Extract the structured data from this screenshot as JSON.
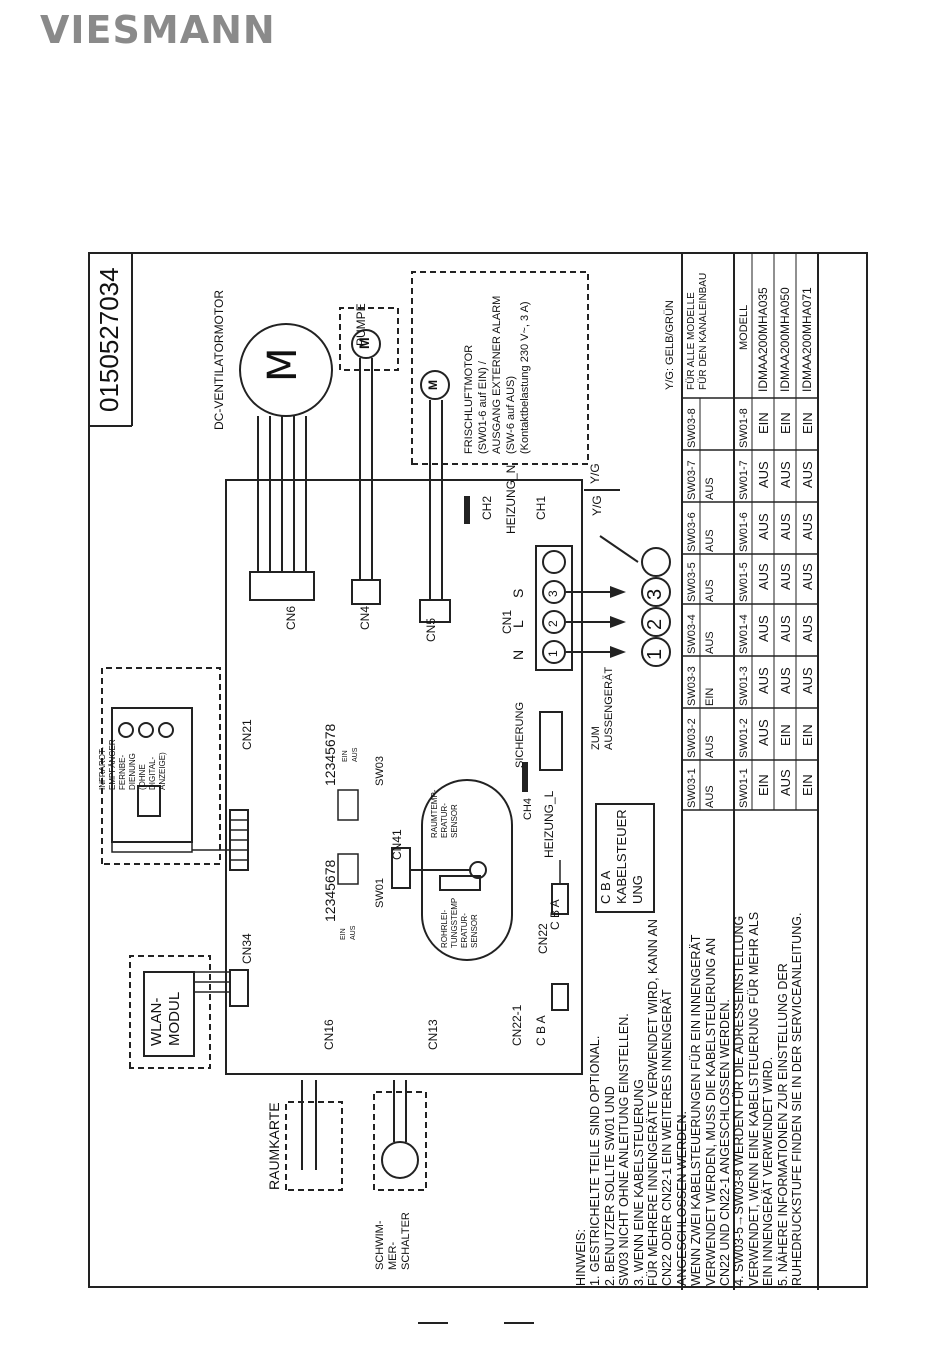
{
  "brand": "VIESMANN",
  "doc_number": "0150527034",
  "motors": {
    "dc_fan": "DC-VENTILATORMOTOR",
    "pump": "PUMPE",
    "fresh_air_lines": [
      "FRISCHLUFTMOTOR",
      "(SW01-6 auf EIN) /",
      "AUSGANG EXTERNER ALARM",
      "(SW-6 auf AUS)",
      "(Kontaktbelastung 230 V~, 3 A)"
    ]
  },
  "connectors": {
    "cn6": "CN6",
    "cn4": "CN4",
    "cn5": "CN5",
    "cn1": "CN1",
    "cn21": "CN21",
    "cn34": "CN34",
    "cn41": "CN41",
    "cn16": "CN16",
    "cn13": "CN13",
    "cn22_1": "CN22-1",
    "cn22": "CN22",
    "ch1": "CH1",
    "ch2": "CH2",
    "ch4": "CH4"
  },
  "heaters": {
    "heizung_n": "HEIZUNG_N",
    "heizung_l": "HEIZUNG_L"
  },
  "terminals": {
    "n": "N",
    "l": "L",
    "s": "S",
    "t1": "1",
    "t2": "2",
    "t3": "3",
    "yg": "Y/G"
  },
  "labels": {
    "sicherung": "SICHERUNG",
    "zum_aussen": [
      "ZUM",
      "AUSSENGERÄT"
    ],
    "cba": "C B A",
    "kabelsteuerung": [
      "C B A",
      "KABELSTEUER",
      "UNG"
    ],
    "sw01": "SW01",
    "sw03": "SW03",
    "digits": "12345678",
    "ein": "EIN",
    "aus": "AUS",
    "raumtemp_sensor": [
      "RAUMTEMP-",
      "ERATUR-",
      "SENSOR"
    ],
    "rohr_sensor": [
      "ROHRLEI-",
      "TUNGSTEMP",
      "ERATUR-",
      "SENSOR"
    ],
    "ir_receiver": [
      "INFRAROT-",
      "EMPFÄNGER",
      "FERNBE-",
      "DIENUNG",
      "(OHNE",
      "DIGITAL-",
      "ANZEIGE)"
    ],
    "wlan": [
      "WLAN-",
      "MODUL"
    ],
    "raumkarte": "RAUMKARTE",
    "schwimmer": [
      "SCHWIM-",
      "MER-",
      "SCHALTER"
    ],
    "yg_legend": "Y/G: GELB/GRÜN"
  },
  "notes": [
    "HINWEIS:",
    "1. GESTRICHELTE TEILE SIND OPTIONAL.",
    "2. BENUTZER SOLLTE SW01 UND",
    "SW03 NICHT OHNE ANLEITUNG EINSTELLEN.",
    "3. WENN EINE KABELSTEUERUNG",
    "FÜR MEHRERE INNENGERÄTE VERWENDET WIRD, KANN AN",
    "CN22 ODER CN22-1 EIN WEITERES INNENGERÄT",
    "ANGESCHLOSSEN WERDEN.",
    "WENN ZWEI KABELSTEUERUNGEN FÜR EIN INNENGERÄT",
    "VERWENDET WERDEN, MUSS DIE KABELSTEUERUNG AN",
    "CN22 UND CN22-1 ANGESCHLOSSEN WERDEN.",
    "4. SW03-5→SW03-8 WERDEN FÜR DIE ADRESSEINSTELLUNG",
    "VERWENDET, WENN EINE KABELSTEUERUNG FÜR MEHR ALS",
    "EIN INNENGERÄT VERWENDET WIRD.",
    "5. NÄHERE INFORMATIONEN ZUR EINSTELLUNG DER",
    "RUHEDRUCKSTUFE FINDEN SIE IN DER SERVICEANLEITUNG."
  ],
  "sw03_table": {
    "headers": [
      "SW03-1",
      "SW03-2",
      "SW03-3",
      "SW03-4",
      "SW03-5",
      "SW03-6",
      "SW03-7",
      "SW03-8"
    ],
    "values": [
      "AUS",
      "AUS",
      "EIN",
      "AUS",
      "AUS",
      "AUS",
      "AUS",
      ""
    ],
    "note": [
      "FÜR ALLE MODELLE",
      "FÜR DEN KANALEINBAU"
    ]
  },
  "sw01_table": {
    "headers": [
      "SW01-1",
      "SW01-2",
      "SW01-3",
      "SW01-4",
      "SW01-5",
      "SW01-6",
      "SW01-7",
      "SW01-8",
      "MODELL"
    ],
    "rows": [
      [
        "EIN",
        "AUS",
        "AUS",
        "AUS",
        "AUS",
        "AUS",
        "AUS",
        "EIN",
        "IDMAA200MHA035"
      ],
      [
        "AUS",
        "EIN",
        "AUS",
        "AUS",
        "AUS",
        "AUS",
        "AUS",
        "EIN",
        "IDMAA200MHA050"
      ],
      [
        "EIN",
        "EIN",
        "AUS",
        "AUS",
        "AUS",
        "AUS",
        "AUS",
        "EIN",
        "IDMAA200MHA071"
      ]
    ]
  }
}
